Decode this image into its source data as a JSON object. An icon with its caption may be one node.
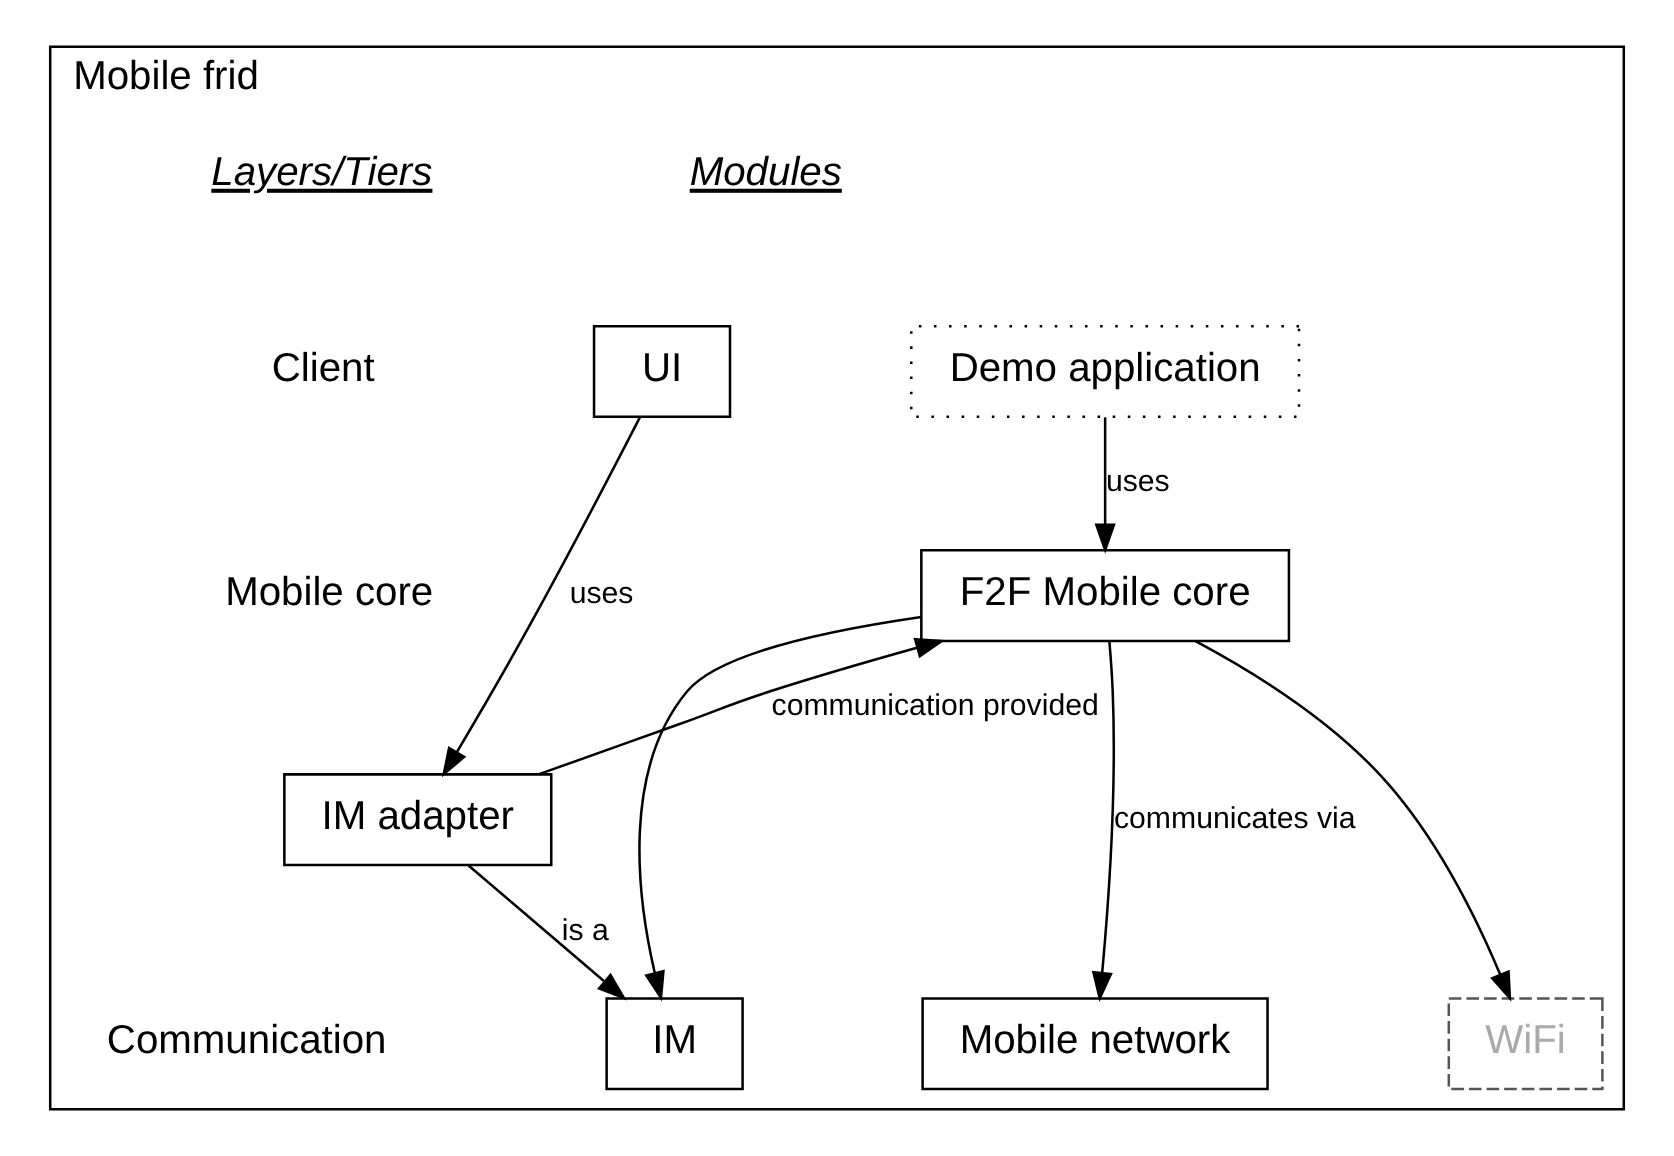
{
  "diagram": {
    "nodes": [
      {
        "text": [
          "Mobile frid"
        ]
      },
      {
        "text": [
          "UI"
        ],
        "in": 0
      },
      {
        "text": [
          "Demo application"
        ],
        "in": 0
      },
      {
        "text": [
          "F2F Mobile core"
        ],
        "in": 0
      },
      {
        "text": [
          "IM adapter"
        ],
        "in": 0
      },
      {
        "text": [
          "IM"
        ],
        "in": 0
      },
      {
        "text": [
          "Mobile network"
        ],
        "in": 0
      },
      {
        "text": [
          "WiFi"
        ],
        "in": 0
      }
    ],
    "edges": [
      {
        "from": 1,
        "to": 4,
        "arrow": "to",
        "label": "uses"
      },
      {
        "from": 2,
        "to": 3,
        "arrow": "to",
        "label": "uses"
      },
      {
        "from": 4,
        "to": 3,
        "arrow": "to",
        "label": "communication provided"
      },
      {
        "from": 4,
        "to": 5,
        "arrow": "to",
        "label": "is a"
      },
      {
        "from": 3,
        "to": 5,
        "arrow": "to"
      },
      {
        "from": 3,
        "to": 6,
        "arrow": "to",
        "label": "communicates via"
      },
      {
        "from": 3,
        "to": 7,
        "arrow": "to"
      }
    ],
    "labels": [
      "Layers/Tiers",
      "Modules",
      "Client",
      "Mobile core",
      "Communication"
    ]
  }
}
